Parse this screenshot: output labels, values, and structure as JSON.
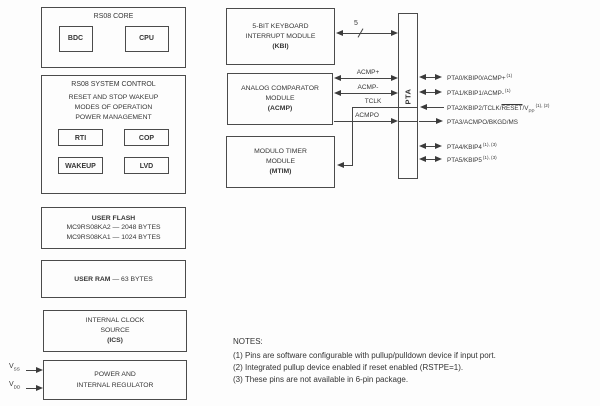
{
  "core": {
    "title": "RS08 CORE",
    "bdc": "BDC",
    "cpu": "CPU"
  },
  "system_control": {
    "title": "RS08 SYSTEM CONTROL",
    "lines": [
      "RESET AND STOP WAKEUP",
      "MODES OF OPERATION",
      "POWER MANAGEMENT"
    ],
    "cells": [
      "RTI",
      "COP",
      "WAKEUP",
      "LVD"
    ]
  },
  "user_flash": {
    "title": "USER FLASH",
    "line1": "MC9RS08KA2 — 2048 BYTES",
    "line2": "MC9RS08KA1 — 1024 BYTES"
  },
  "user_ram": {
    "bold": "USER RAM",
    "rest": " — 63 BYTES"
  },
  "ics": {
    "line1": "INTERNAL CLOCK",
    "line2": "SOURCE",
    "line3": "(ICS)"
  },
  "power": {
    "line1": "POWER AND",
    "line2": "INTERNAL REGULATOR"
  },
  "power_pins": [
    {
      "base": "V",
      "sub": "SS"
    },
    {
      "base": "V",
      "sub": "DD"
    }
  ],
  "kbi": {
    "line1": "5-BIT KEYBOARD",
    "line2": "INTERRUPT MODULE",
    "line3": "(KBI)",
    "bus_width": "5"
  },
  "acmp": {
    "line1": "ANALOG COMPARATOR",
    "line2": "MODULE",
    "line3": "(ACMP)"
  },
  "mtim": {
    "line1": "MODULO TIMER",
    "line2": "MODULE",
    "line3": "(MTIM)"
  },
  "signals": {
    "acmp_plus": "ACMP+",
    "acmp_minus": "ACMP-",
    "tclk": "TCLK",
    "acmpo": "ACMPO"
  },
  "pta": {
    "label": "PTA",
    "pins": [
      {
        "pre": "PTA0/KBIP0/ACMP+",
        "sup": "(1)"
      },
      {
        "pre": "PTA1/KBIP1/ACMP-",
        "sup": "(1)"
      },
      {
        "pre": "PTA2/KBIP2/TCLK/",
        "overline": "RESET",
        "mid": "/V",
        "sub": "PP",
        "sup": "(1), (2)"
      },
      {
        "pre": "PTA3/ACMPO/BKGD/MS",
        "sup": ""
      },
      {
        "pre": "PTA4/KBIP4",
        "sup": "(1), (3)"
      },
      {
        "pre": "PTA5/KBIP5",
        "sup": "(1), (3)"
      }
    ]
  },
  "notes": {
    "title": "NOTES:",
    "items": [
      "(1) Pins are software configurable with pullup/pulldown device if input port.",
      "(2) Integrated pullup device enabled if reset enabled (RSTPE=1).",
      "(3) These pins are not available in 6-pin package."
    ]
  },
  "colors": {
    "line": "#4b4b4b",
    "text": "#363636",
    "background": "#fdfdfd"
  }
}
